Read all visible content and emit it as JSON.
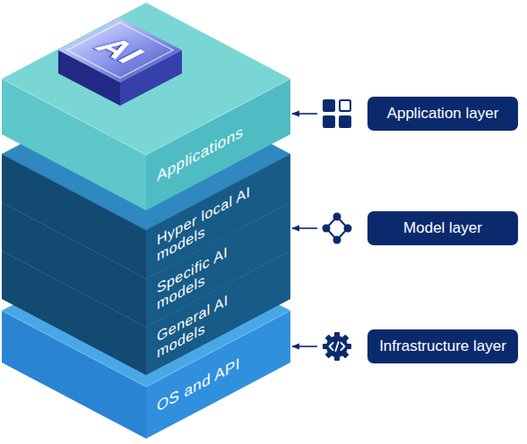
{
  "diagram": {
    "nodes": [
      {
        "text": [
          "Applications"
        ]
      },
      {
        "text": [
          "AI"
        ],
        "in": 0
      },
      {
        "text": [
          "Hyper local AI models"
        ]
      },
      {
        "text": [
          "Specific AI models"
        ]
      },
      {
        "text": [
          "General AI models"
        ]
      },
      {
        "text": [
          "OS and API"
        ]
      },
      {
        "text": [
          "Application layer"
        ]
      },
      {
        "text": [
          "Model layer"
        ]
      },
      {
        "text": [
          "Infrastructure layer"
        ]
      }
    ],
    "edges": [
      {
        "from": 6,
        "to": 0,
        "arrow": "to"
      },
      {
        "from": 7,
        "to": 3,
        "arrow": "to"
      },
      {
        "from": 8,
        "to": 5,
        "arrow": "to"
      }
    ]
  }
}
